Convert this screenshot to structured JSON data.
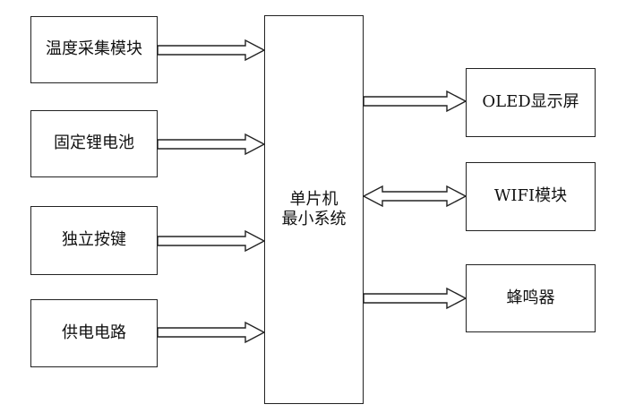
{
  "diagram": {
    "inputs": [
      {
        "id": "temp",
        "label": "温度采集模块"
      },
      {
        "id": "battery",
        "label": "固定锂电池"
      },
      {
        "id": "keys",
        "label": "独立按键"
      },
      {
        "id": "power",
        "label": "供电电路"
      }
    ],
    "mcu": {
      "line1": "单片机",
      "line2": "最小系统"
    },
    "outputs": [
      {
        "id": "oled",
        "label": "OLED显示屏"
      },
      {
        "id": "wifi",
        "label": "WIFI模块"
      },
      {
        "id": "buzzer",
        "label": "蜂鸣器"
      }
    ],
    "connections": [
      {
        "from": "temp",
        "to": "mcu",
        "direction": "to-mcu"
      },
      {
        "from": "battery",
        "to": "mcu",
        "direction": "to-mcu"
      },
      {
        "from": "keys",
        "to": "mcu",
        "direction": "to-mcu"
      },
      {
        "from": "power",
        "to": "mcu",
        "direction": "to-mcu"
      },
      {
        "from": "mcu",
        "to": "oled",
        "direction": "from-mcu"
      },
      {
        "from": "mcu",
        "to": "wifi",
        "direction": "bidirectional"
      },
      {
        "from": "mcu",
        "to": "buzzer",
        "direction": "from-mcu"
      }
    ],
    "colors": {
      "stroke": "#222222",
      "fill": "#ffffff",
      "text": "#111111"
    }
  }
}
